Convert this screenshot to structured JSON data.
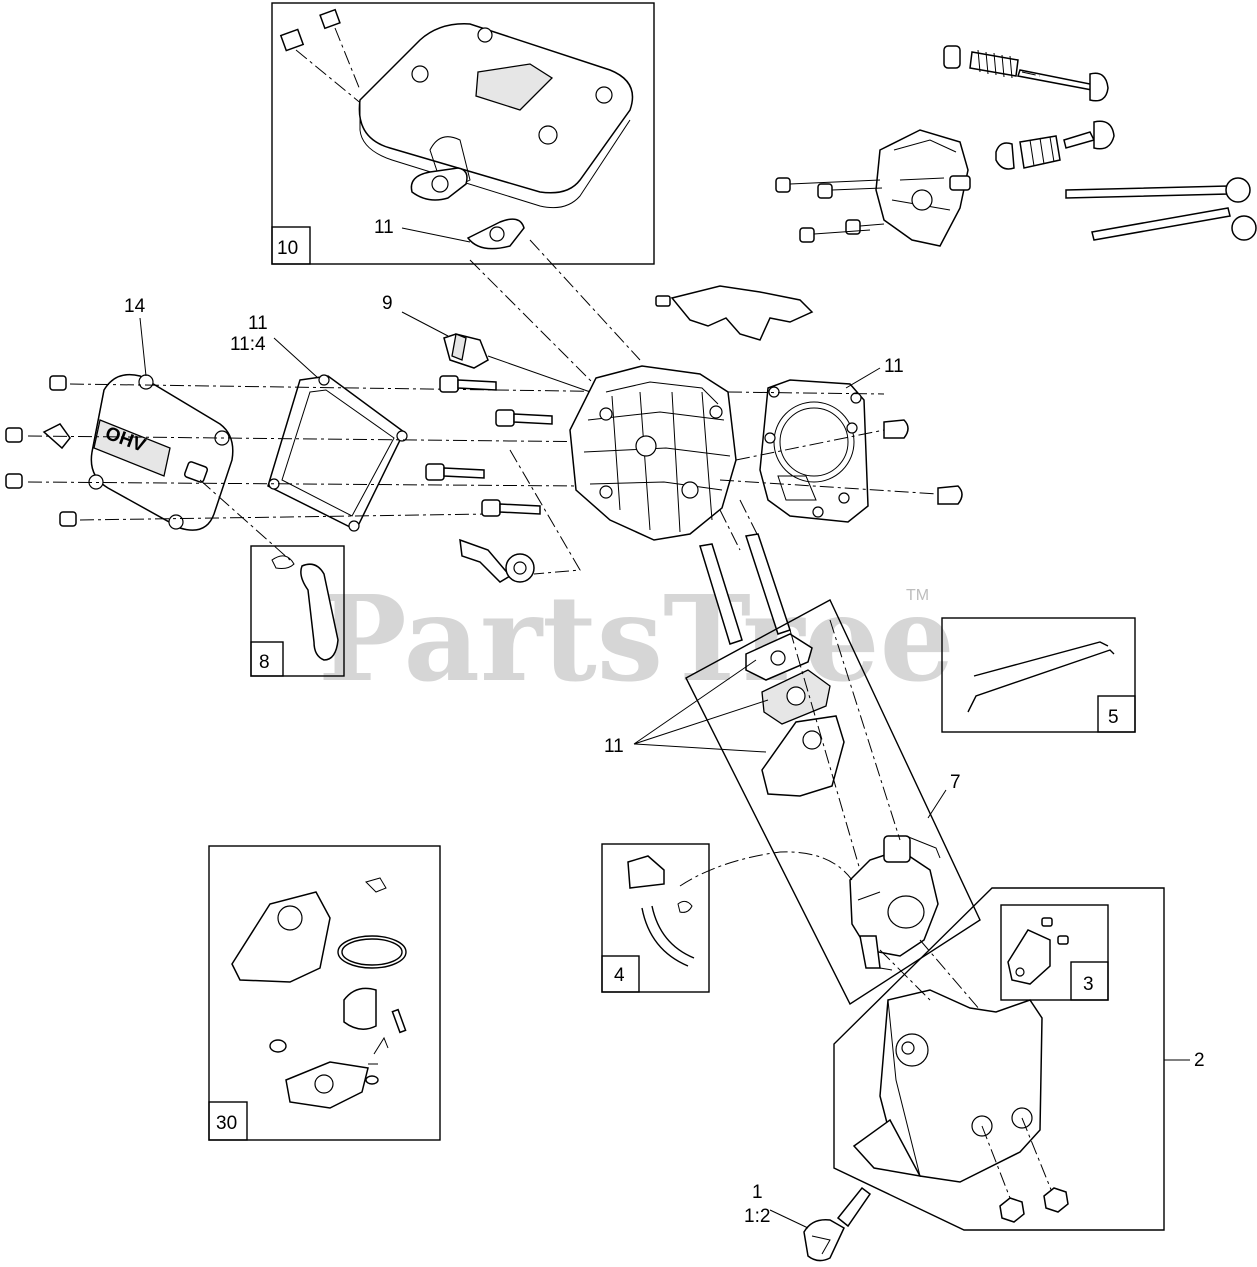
{
  "watermark": {
    "text": "PartsTree",
    "trademark": "TM"
  },
  "callouts": {
    "c14": "14",
    "c11_left_top": "11",
    "c11_left_sub": "11:4",
    "c9": "9",
    "c11_right": "11",
    "c11_cover": "11",
    "c11_carb": "11",
    "c7": "7",
    "c2": "2",
    "c1_top": "1",
    "c1_sub": "1:2"
  },
  "kit_boxes": {
    "b10": "10",
    "b8": "8",
    "b5": "5",
    "b4": "4",
    "b3": "3",
    "b30": "30"
  },
  "emboss": {
    "ohv": "OHV"
  }
}
